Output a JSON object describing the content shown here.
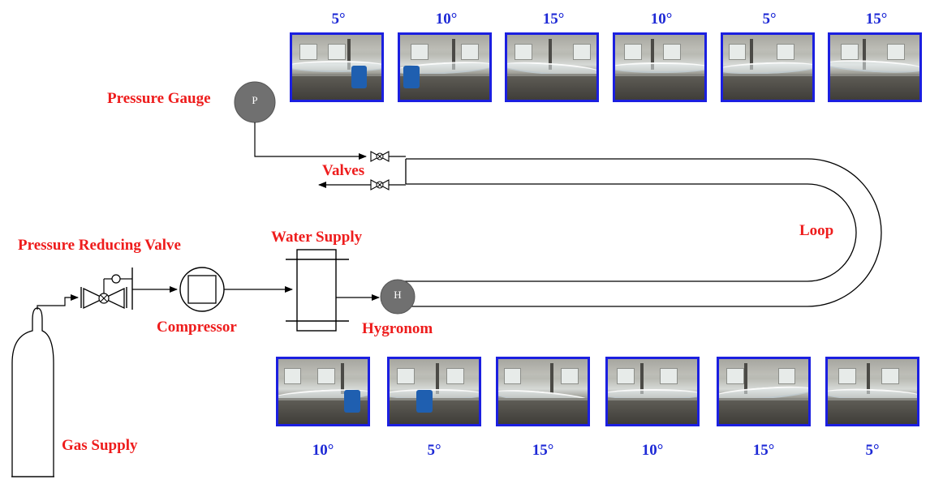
{
  "labels": {
    "pressure_gauge": "Pressure Gauge",
    "valves": "Valves",
    "loop": "Loop",
    "water_supply": "Water Supply",
    "pressure_reducing_valve": "Pressure Reducing Valve",
    "compressor": "Compressor",
    "hygronom": "Hygronom",
    "gas_supply": "Gas Supply"
  },
  "symbols": {
    "gauge_letter": "P",
    "hygrometer_letter": "H"
  },
  "top_photos": [
    {
      "angle": "5°"
    },
    {
      "angle": "10°"
    },
    {
      "angle": "15°"
    },
    {
      "angle": "10°"
    },
    {
      "angle": "5°"
    },
    {
      "angle": "15°"
    }
  ],
  "bottom_photos": [
    {
      "angle": "10°"
    },
    {
      "angle": "5°"
    },
    {
      "angle": "15°"
    },
    {
      "angle": "10°"
    },
    {
      "angle": "15°"
    },
    {
      "angle": "5°"
    }
  ],
  "colors": {
    "label_red": "#ee1c1c",
    "angle_blue": "#1e2ad6",
    "photo_border": "#1b1fe0",
    "instrument_gray": "#707070"
  }
}
